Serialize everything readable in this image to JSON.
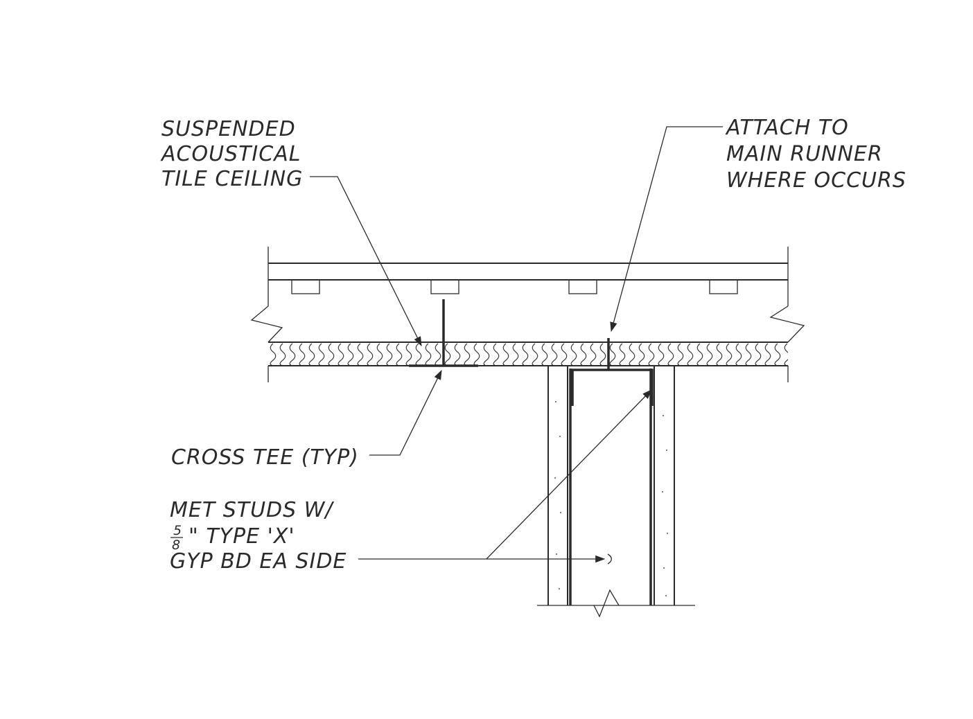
{
  "notes": {
    "ceiling": {
      "line1": "SUSPENDED",
      "line2": "ACOUSTICAL",
      "line3": "TILE CEILING"
    },
    "attach": {
      "line1": "ATTACH TO",
      "line2": "MAIN RUNNER",
      "line3": "WHERE OCCURS"
    },
    "cross_tee": "CROSS TEE (TYP)",
    "studs": {
      "line1": "MET STUDS W/",
      "frac_num": "5",
      "frac_den": "8",
      "line2_rest": "\" TYPE 'X'",
      "line3": "GYP BD EA SIDE"
    }
  }
}
